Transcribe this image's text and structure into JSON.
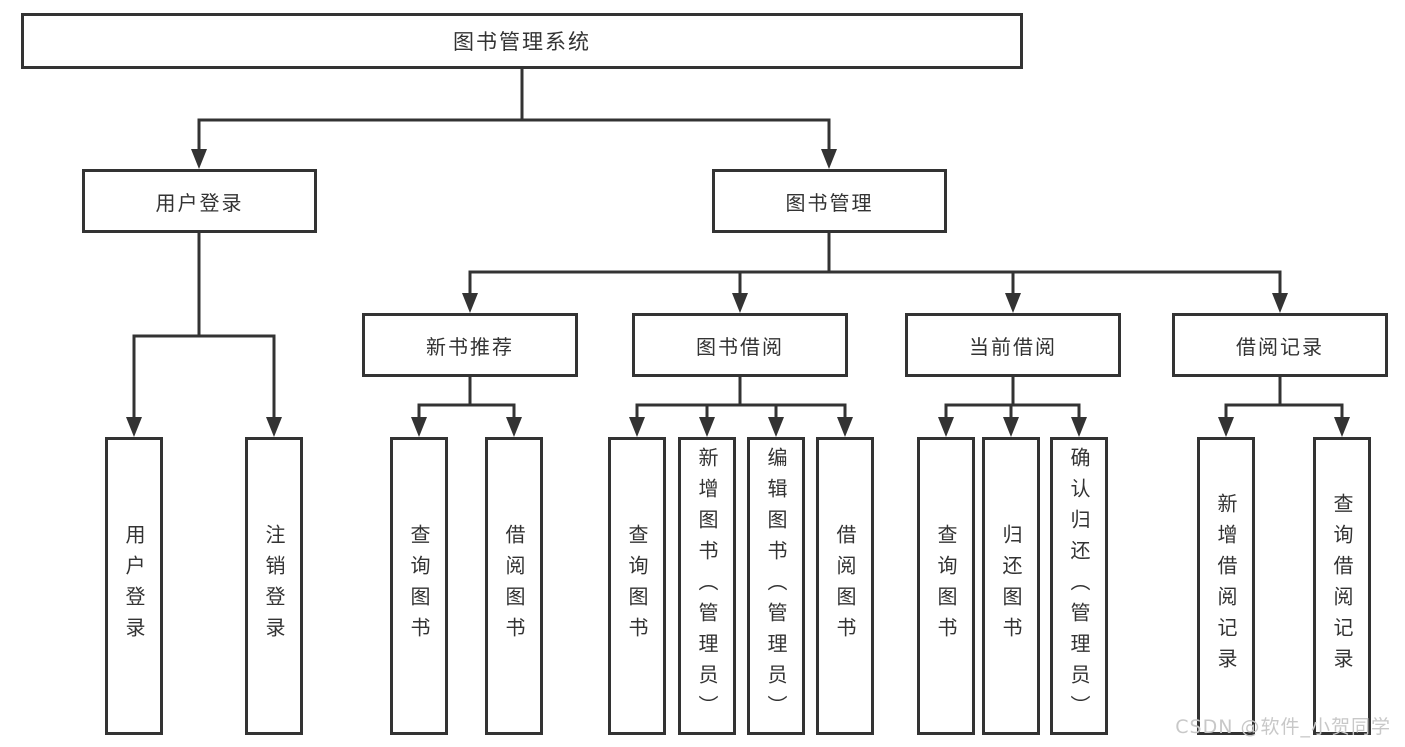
{
  "diagram": {
    "root": {
      "label": "图书管理系统"
    },
    "level2": [
      {
        "id": "user-login",
        "label": "用户登录"
      },
      {
        "id": "book-management",
        "label": "图书管理"
      }
    ],
    "level3": [
      {
        "id": "new-book-recommend",
        "label": "新书推荐"
      },
      {
        "id": "book-borrow",
        "label": "图书借阅"
      },
      {
        "id": "current-borrow",
        "label": "当前借阅"
      },
      {
        "id": "borrow-records",
        "label": "借阅记录"
      }
    ],
    "leaves": {
      "user_login": [
        {
          "label": "用户登录"
        },
        {
          "label": "注销登录"
        }
      ],
      "new_book": [
        {
          "label": "查询图书"
        },
        {
          "label": "借阅图书"
        }
      ],
      "book_borrow": [
        {
          "label": "查询图书"
        },
        {
          "label": "新增图书（管理员）"
        },
        {
          "label": "编辑图书（管理员）"
        },
        {
          "label": "借阅图书"
        }
      ],
      "current_borrow": [
        {
          "label": "查询图书"
        },
        {
          "label": "归还图书"
        },
        {
          "label": "确认归还（管理员）"
        }
      ],
      "borrow_record": [
        {
          "label": "新增借阅记录"
        },
        {
          "label": "查询借阅记录"
        }
      ]
    },
    "watermark": "CSDN @软件_小贺同学",
    "colors": {
      "line": "#333333",
      "box_border": "#333333",
      "box_fill": "#ffffff",
      "text": "#333333",
      "watermark": "#c8c8c8",
      "background": "#ffffff"
    }
  }
}
